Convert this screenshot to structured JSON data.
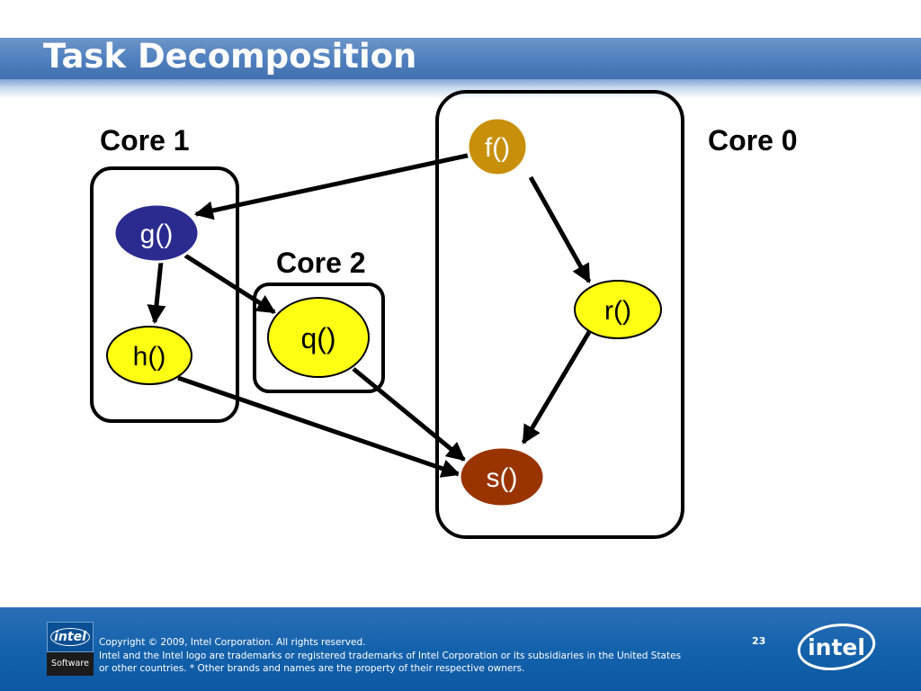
{
  "slide": {
    "title": "Task Decomposition",
    "page_number": "23"
  },
  "diagram": {
    "groups": [
      {
        "id": "core1",
        "label": "Core 1"
      },
      {
        "id": "core0",
        "label": "Core 0"
      },
      {
        "id": "core2",
        "label": "Core 2"
      }
    ],
    "nodes": [
      {
        "id": "f",
        "label": "f()",
        "color": "#c8900a"
      },
      {
        "id": "g",
        "label": "g()",
        "color": "#2b2a8f"
      },
      {
        "id": "r",
        "label": "r()",
        "color": "#ffff14"
      },
      {
        "id": "q",
        "label": "q()",
        "color": "#ffff14"
      },
      {
        "id": "h",
        "label": "h()",
        "color": "#ffff14"
      },
      {
        "id": "s",
        "label": "s()",
        "color": "#993300"
      }
    ],
    "edges": [
      {
        "from": "f",
        "to": "g"
      },
      {
        "from": "f",
        "to": "r"
      },
      {
        "from": "g",
        "to": "h"
      },
      {
        "from": "g",
        "to": "q"
      },
      {
        "from": "h",
        "to": "s"
      },
      {
        "from": "q",
        "to": "s"
      },
      {
        "from": "r",
        "to": "s"
      }
    ]
  },
  "footer": {
    "logo_top": "intel",
    "logo_bottom": "Software",
    "line1": "Copyright © 2009, Intel Corporation. All rights reserved.",
    "line2": "Intel and the Intel logo are trademarks or registered trademarks of Intel Corporation or its subsidiaries in the United States",
    "line3": "or other countries. * Other brands and names are the property of their respective owners.",
    "intel_logo": "intel"
  }
}
